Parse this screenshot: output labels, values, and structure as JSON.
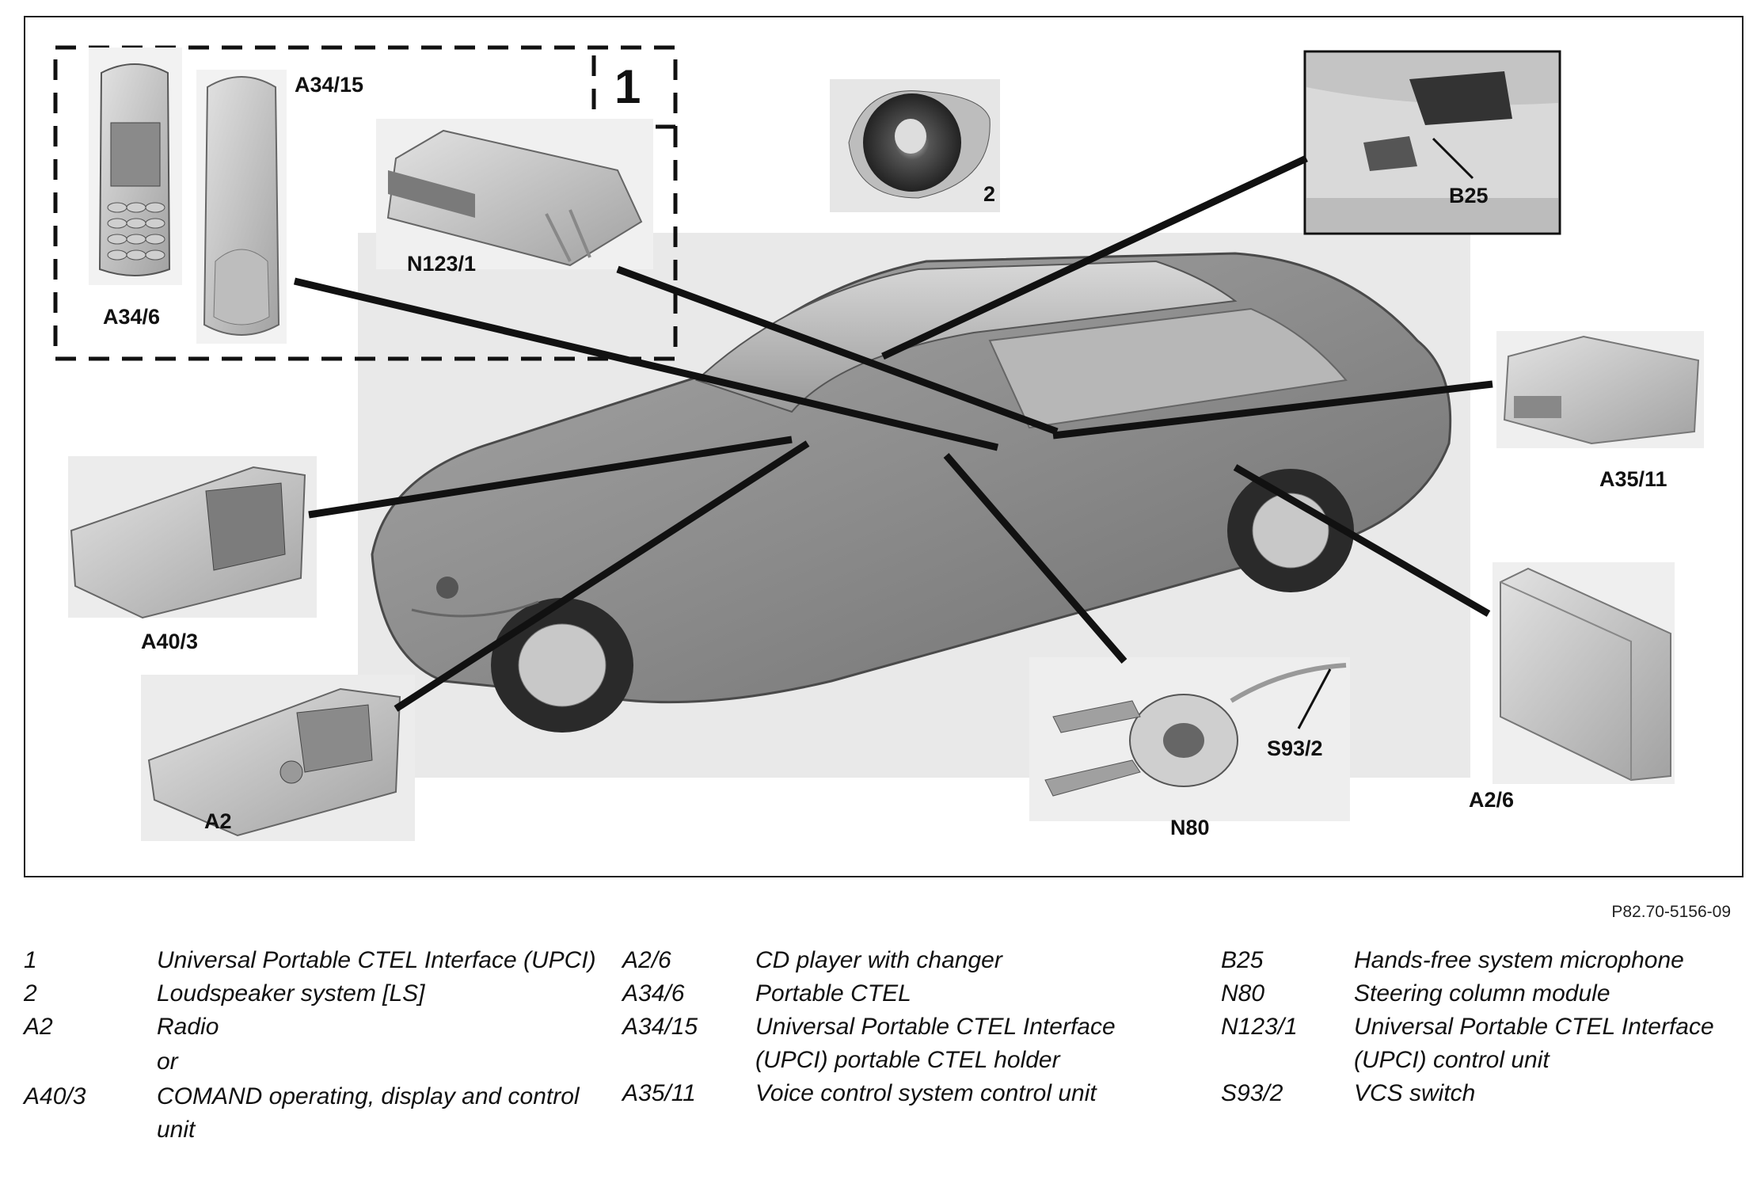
{
  "diagram": {
    "group_number": "1",
    "labels": {
      "a34_15": "A34/15",
      "n123_1": "N123/1",
      "a34_6": "A34/6",
      "speaker": "2",
      "b25": "B25",
      "a35_11": "A35/11",
      "a40_3": "A40/3",
      "a2": "A2",
      "s93_2": "S93/2",
      "n80": "N80",
      "a2_6": "A2/6"
    }
  },
  "figure_ref": "P82.70-5156-09",
  "legend": {
    "col1": [
      {
        "code": "1",
        "text": "Universal Portable CTEL Interface (UPCI)"
      },
      {
        "code": "2",
        "text": "Loudspeaker system [LS]"
      },
      {
        "code": "A2",
        "text": "Radio"
      },
      {
        "or": "or"
      },
      {
        "code": "A40/3",
        "text": "COMAND operating, display and control unit"
      }
    ],
    "col2": [
      {
        "code": "A2/6",
        "text": "CD player with changer"
      },
      {
        "code": "A34/6",
        "text": "Portable CTEL"
      },
      {
        "code": "A34/15",
        "text": "Universal Portable CTEL Interface (UPCI) portable CTEL holder"
      },
      {
        "code": "A35/11",
        "text": "Voice control system control unit"
      }
    ],
    "col3": [
      {
        "code": "B25",
        "text": "Hands-free system microphone"
      },
      {
        "code": "N80",
        "text": "Steering column module"
      },
      {
        "code": "N123/1",
        "text": "Universal Portable CTEL Interface (UPCI) control unit"
      },
      {
        "code": "S93/2",
        "text": "VCS switch"
      }
    ]
  }
}
